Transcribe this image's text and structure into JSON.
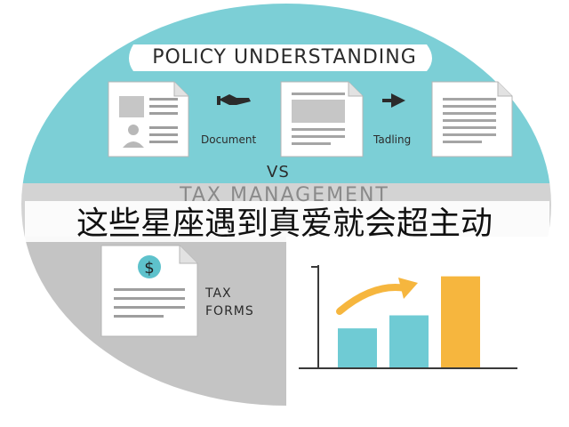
{
  "header": {
    "title": "POLICY UNDERSTANDING"
  },
  "flow": {
    "document_label": "Document",
    "tadling_label": "Tadling"
  },
  "divider": {
    "vs_label": "VS"
  },
  "section2": {
    "title": "TAX MANAGEMENT"
  },
  "overlay": {
    "caption": "这些星座遇到真爱就会超主动"
  },
  "tax_forms": {
    "line1": "TAX",
    "line2": "FORMS",
    "currency_symbol": "$"
  },
  "colors": {
    "teal": "#7ccfd6",
    "gray": "#c9c9c9",
    "chart_bar_teal": "#6fcbd4",
    "chart_bar_orange": "#f6b63e",
    "badge_teal": "#5ec2cc",
    "arrow_orange": "#f6b63e"
  },
  "chart_data": {
    "type": "bar",
    "categories": [
      "",
      "",
      ""
    ],
    "values": [
      3,
      4,
      7
    ],
    "ylim": [
      0,
      8
    ],
    "colors": [
      "#6fcbd4",
      "#6fcbd4",
      "#f6b63e"
    ],
    "title": "",
    "xlabel": "",
    "ylabel": "",
    "grid": false,
    "annotations": [
      "upward-trend-arrow"
    ]
  }
}
